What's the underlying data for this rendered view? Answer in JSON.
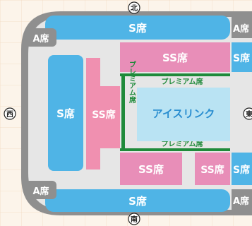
{
  "colors": {
    "s_seat": "#4fb4e6",
    "ss_seat": "#e88eb8",
    "ss_seat_dark": "#f090b0",
    "a_seat": "#8f8f8f",
    "ice_rink": "#b9e3f3",
    "premium_line": "#1f8a3a",
    "ring_fill": "#e6e6e6"
  },
  "compass": {
    "north": "北",
    "south": "南",
    "west": "西",
    "east": "東"
  },
  "sections": {
    "s_north": "S席",
    "s_south": "S席",
    "s_west": "S席",
    "s_east_top": "S席",
    "s_east_bottom": "S席",
    "ss_north": "SS席",
    "ss_west": "SS席",
    "ss_south_left": "SS席",
    "ss_south_right": "SS席",
    "a_nw": "A席",
    "a_sw": "A席",
    "a_ne": "A席",
    "a_se": "A席",
    "ice_rink": "アイスリンク",
    "premium_top": "プレミアム席",
    "premium_bottom": "プレミアム席",
    "premium_left": "プレミアム席"
  }
}
